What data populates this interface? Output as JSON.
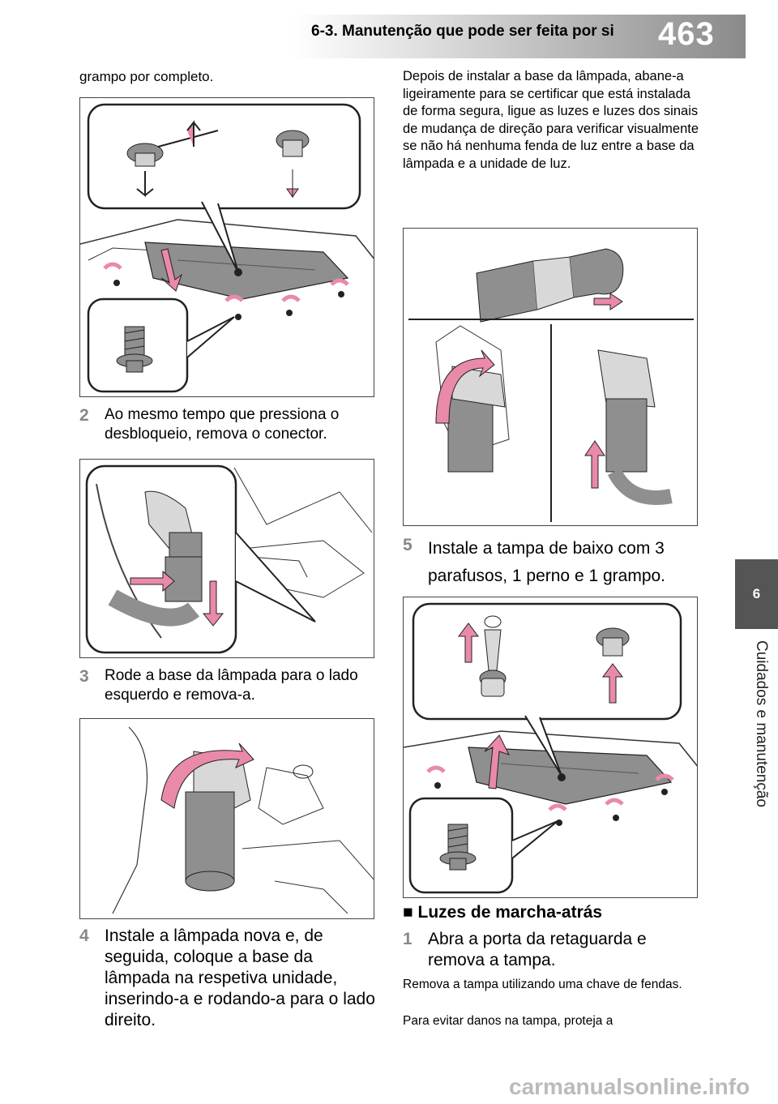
{
  "header": {
    "section_title": "6-3. Manutenção que pode ser feita por si",
    "page_number": "463"
  },
  "side_tab": {
    "chapter_number": "6",
    "chapter_label": "Cuidados e manutenção"
  },
  "left_column": {
    "intro_text": "grampo por completo.",
    "step2": {
      "num": "2",
      "text": "Ao mesmo tempo que pressiona o desbloqueio, remova o conector."
    },
    "step3": {
      "num": "3",
      "text": "Rode a base da lâmpada para o lado esquerdo e remova-a."
    },
    "step4": {
      "num": "4",
      "text": "Instale a lâmpada nova e, de seguida, coloque a base da lâmpada na respetiva unidade, inserindo-a e rodando-a para o lado direito."
    }
  },
  "right_column": {
    "check_text": "Depois de instalar a base da lâmpada, abane-a ligeiramente para se certificar que está instalada de forma segura, ligue as luzes e luzes dos sinais de mudança de direção para verificar visualmente se não há nenhuma fenda de luz entre a base da lâmpada e a unidade de luz.",
    "step5": {
      "num": "5",
      "line1": "Instale a tampa de baixo com 3",
      "line2": "parafusos, 1 perno e 1 grampo."
    },
    "section_heading": "■ Luzes de marcha-atrás",
    "step1": {
      "num": "1",
      "text": "Abra a porta da retaguarda e remova a tampa."
    },
    "note1": "Remova a tampa utilizando uma chave de fendas.",
    "note2": "Para evitar danos na tampa, proteja a"
  },
  "watermark": "carmanualsonline.info",
  "colors": {
    "arrow_pink": "#e98aa8",
    "part_gray": "#8f8f8f",
    "header_dark": "#8a8a8a",
    "side_tab": "#555555"
  }
}
